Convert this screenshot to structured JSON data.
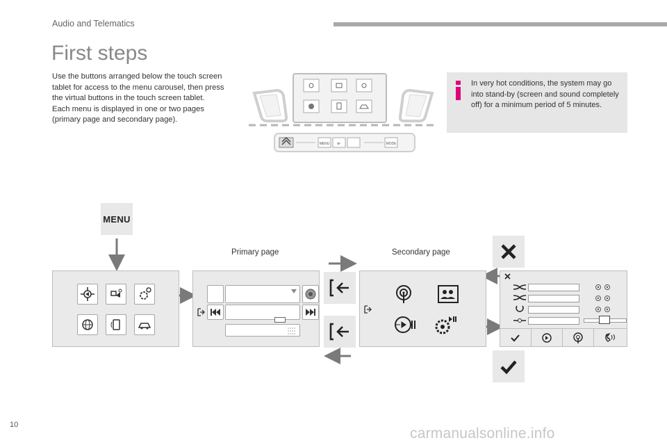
{
  "header": {
    "section": "Audio and Telematics",
    "title": "First steps"
  },
  "intro": {
    "p1": "Use the buttons arranged below the touch screen tablet for access to the menu carousel, then press the virtual buttons in the touch screen tablet.",
    "p2": "Each menu is displayed in one or two pages (primary page and secondary page)."
  },
  "info_box": {
    "icon": "info-icon",
    "text": "In very hot conditions, the system may go into stand-by (screen and sound completely off) for a minimum period of 5 minutes."
  },
  "dashboard_buttons": {
    "menu": "MENU",
    "mic": "⊛◦",
    "mode": "MODE"
  },
  "menu_button": {
    "label": "MENU"
  },
  "captions": {
    "primary": "Primary page",
    "secondary": "Secondary page"
  },
  "icons": {
    "menu_grid": [
      "navigation-icon",
      "connected-services-icon",
      "settings-icon",
      "internet-icon",
      "telephone-icon",
      "vehicle-icon"
    ],
    "secondary": [
      "radio-icon",
      "contacts-icon",
      "media-icon",
      "settings-icon"
    ],
    "settings_row": [
      "shuffle-icon",
      "shuffle-icon",
      "repeat-icon",
      "balance-icon"
    ],
    "bottom_tabs": [
      "confirm-icon",
      "media-icon",
      "radio-icon",
      "telephone-icon"
    ],
    "side": [
      "back-icon",
      "close-icon",
      "confirm-icon"
    ]
  },
  "colors": {
    "title": "#888888",
    "panel": "#eaeaea",
    "icon_box": "#e8e8e8",
    "arrow": "#7a7a7a",
    "info_bg": "#e6e6e6",
    "info_accent": "#e0007a"
  },
  "footer": {
    "page_number": "10",
    "watermark": "carmanualsonline.info"
  }
}
